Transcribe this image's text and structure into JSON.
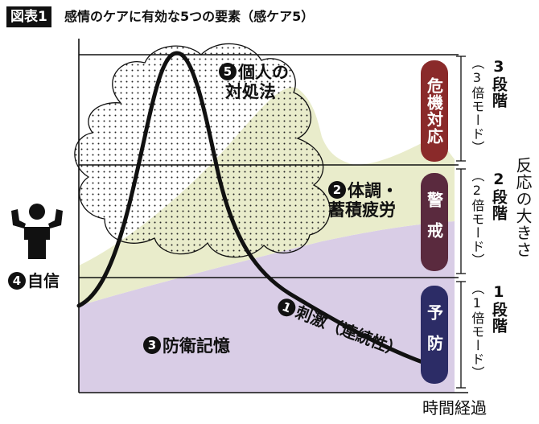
{
  "header": {
    "tag": "図表1",
    "title": "感情のケアに有効な5つの要素（感ケア5）"
  },
  "elements": {
    "e1": {
      "num": "1",
      "label": "刺激（連続性）"
    },
    "e2": {
      "num": "2",
      "label_line1": "体調・",
      "label_line2": "蓄積疲労"
    },
    "e3": {
      "num": "3",
      "label": "防衛記憶"
    },
    "e4": {
      "num": "4",
      "label": "自信"
    },
    "e5": {
      "num": "5",
      "label_line1": "個人の",
      "label_line2": "対処法"
    }
  },
  "stages": [
    {
      "badge": "危機対応",
      "level": "3段階",
      "mode": "（3倍モード）",
      "color": "#8a2a2a"
    },
    {
      "badge": "警戒",
      "level": "2段階",
      "mode": "（2倍モード）",
      "color": "#5a2a3e"
    },
    {
      "badge": "予防",
      "level": "1段階",
      "mode": "（1倍モード）",
      "color": "#2c2c66"
    }
  ],
  "axes": {
    "y_label": "反応の大きさ",
    "x_label": "時間経過"
  },
  "colors": {
    "lavender": "#d9cde6",
    "light_green": "#e9eccb",
    "cloud": "#f5f5f5",
    "line": "#111111"
  }
}
